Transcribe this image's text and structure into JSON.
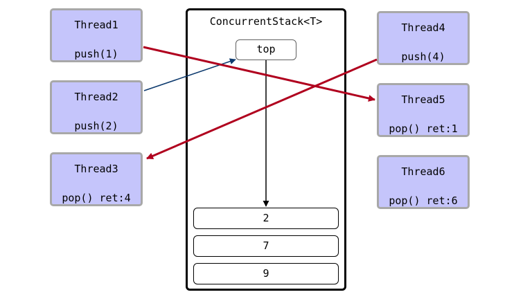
{
  "stack": {
    "title": "ConcurrentStack<T>",
    "top_label": "top",
    "nodes": [
      "2",
      "7",
      "9"
    ]
  },
  "threads": [
    {
      "name": "Thread1",
      "op": "push(1)"
    },
    {
      "name": "Thread2",
      "op": "push(2)"
    },
    {
      "name": "Thread3",
      "op": "pop() ret:4"
    },
    {
      "name": "Thread4",
      "op": "push(4)"
    },
    {
      "name": "Thread5",
      "op": "pop() ret:1"
    },
    {
      "name": "Thread6",
      "op": "pop() ret:6"
    }
  ],
  "colors": {
    "thread_fill": "#c5c5fb",
    "thread_border": "#a8a8a8",
    "red_arrow": "#b0001e",
    "blue_arrow": "#0d3a6e",
    "black_arrow": "#000000"
  }
}
